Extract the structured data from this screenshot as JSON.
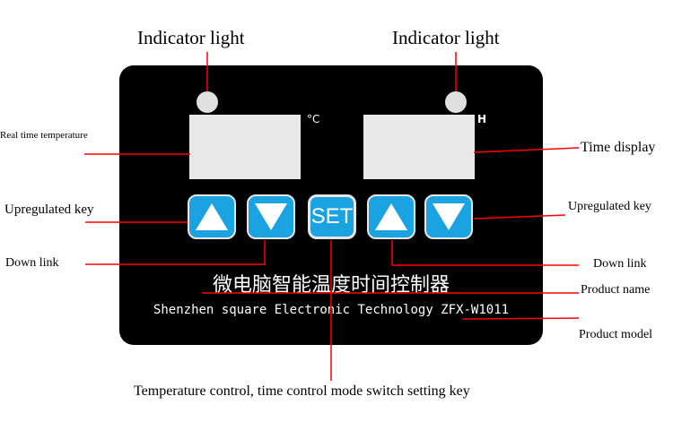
{
  "labels": {
    "indicator_left": "Indicator light",
    "indicator_right": "Indicator light",
    "real_time_temperature": "Real time temperature",
    "time_display": "Time display",
    "up_key_left": "Upregulated key",
    "up_key_right": "Upregulated key",
    "down_left": "Down link",
    "down_right": "Down link",
    "product_name": "Product name",
    "product_model": "Product model",
    "set_key": "Temperature control, time control mode switch setting key"
  },
  "panel": {
    "temp_unit": "°C",
    "time_unit": "H",
    "set_label": "SET",
    "chinese_name": "微电脑智能温度时间控制器",
    "company_model": "Shenzhen square Electronic Technology ZFX-W1011"
  },
  "colors": {
    "panel": "#000000",
    "key": "#1aa3e0",
    "line": "#ff0000"
  }
}
